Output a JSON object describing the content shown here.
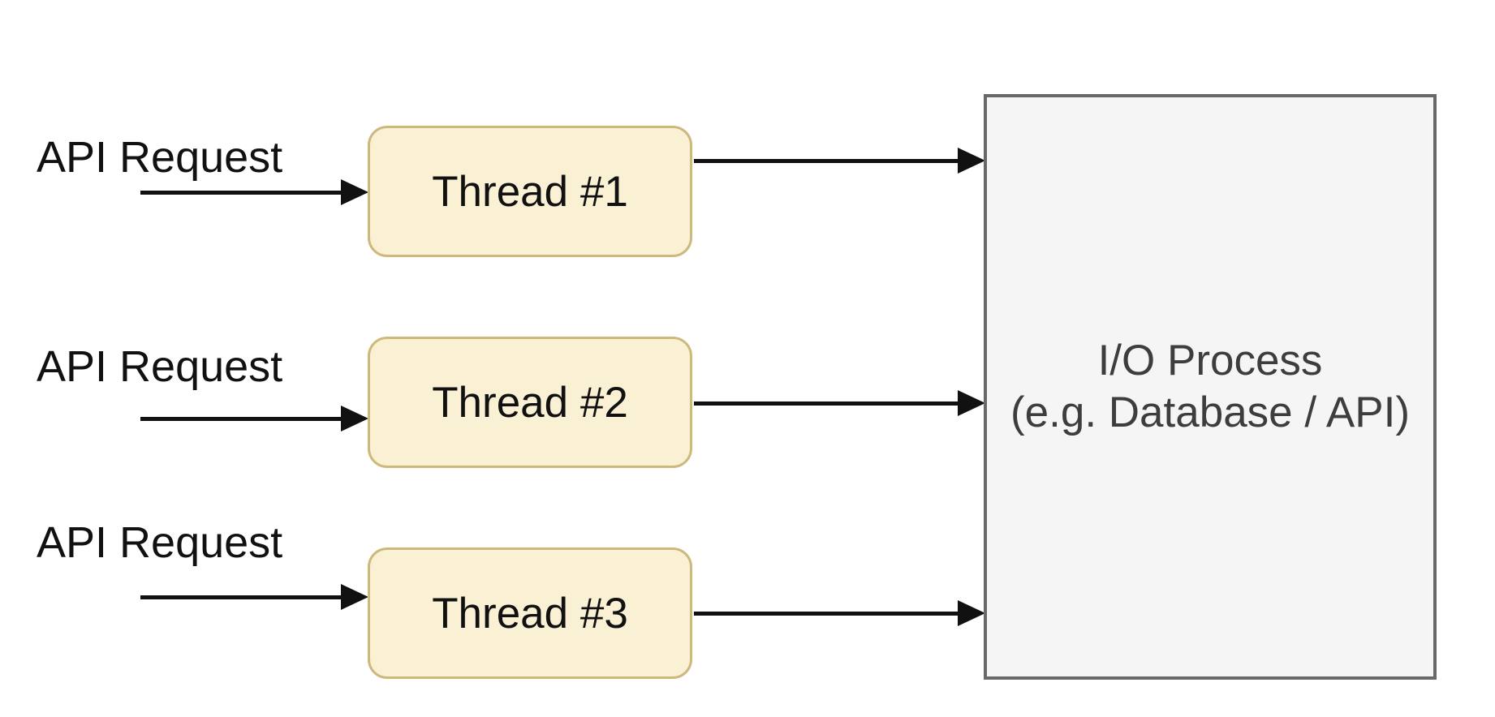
{
  "diagram": {
    "background": "#ffffff",
    "rows": [
      {
        "label": "API Request",
        "thread": "Thread #1"
      },
      {
        "label": "API Request",
        "thread": "Thread #2"
      },
      {
        "label": "API Request",
        "thread": "Thread #3"
      }
    ],
    "io_process": {
      "line1": "I/O Process",
      "line2": "(e.g. Database / API)"
    },
    "colors": {
      "background": "#ffffff",
      "thread_fill": "#faf1d5",
      "thread_border": "#ceb97c",
      "io_fill": "#f5f5f5",
      "io_border": "#686868",
      "arrow": "#111111",
      "label_text": "#111111",
      "io_text": "#3d3d3d"
    }
  }
}
